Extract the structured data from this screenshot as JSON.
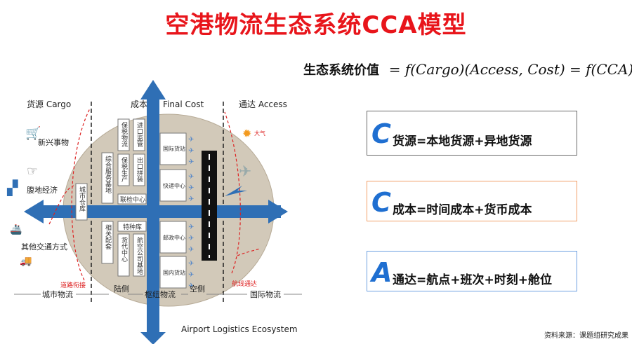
{
  "title": "空港物流生态系统CCA模型",
  "formula": {
    "label": "生态系统价值",
    "expression": "= f(Cargo)(Access, Cost) = f(CCA)"
  },
  "boxes": [
    {
      "letter": "C",
      "text": "货源=本地货源+异地货源"
    },
    {
      "letter": "C",
      "text": "成本=时间成本+货币成本"
    },
    {
      "letter": "A",
      "text": "通达=航点+班次+时刻+舱位"
    }
  ],
  "diagram": {
    "top_labels": {
      "cargo": "货源 Cargo",
      "cost": "成本",
      "final_cost": "Final Cost",
      "access": "通达 Access"
    },
    "left_items": [
      "新兴事物",
      "腹地经济",
      "其他交通方式"
    ],
    "right_items": [
      "大气"
    ],
    "zones": {
      "city_warehouse": "城市仓库",
      "integrated_service": "综合服务基地",
      "bonded_logistics": "保税物流",
      "bonded_production": "保税生产",
      "import_supervision": "进口监管",
      "export_consolidation": "出口拼装",
      "joint_inspection": "联检中心",
      "special_warehouse": "特种库",
      "related_distribution": "相关配套",
      "freight_forwarding": "货代中心",
      "airline_base": "航空公司基地",
      "intl_cargo_station": "国际货站",
      "express_center": "快递中心",
      "postal_center": "邮政中心",
      "domestic_cargo_station": "国内货站"
    },
    "bottom_labels": {
      "city_logistics": "城市物流",
      "road_connection": "道路衔接",
      "land_side": "陆侧",
      "hub_logistics": "枢纽物流",
      "air_side": "空侧",
      "route_access": "航线通达",
      "intl_logistics": "国际物流"
    },
    "caption": "Airport Logistics Ecosystem"
  },
  "source": "资料来源：课题组研究成果"
}
